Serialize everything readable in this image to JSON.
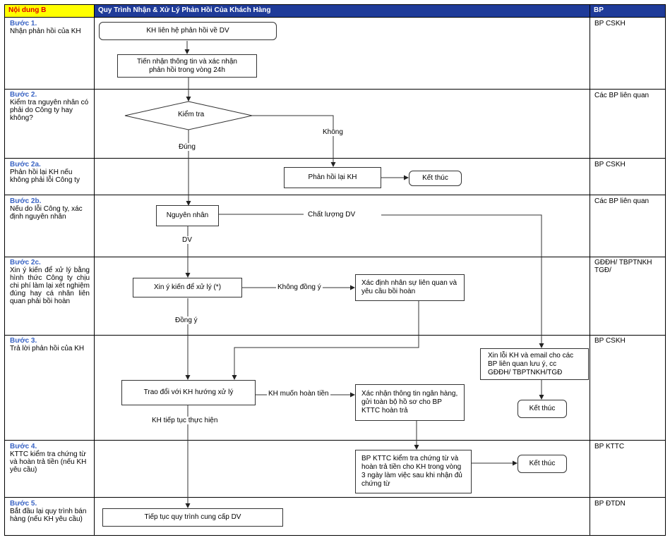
{
  "header": {
    "col_a": "Nội dung B",
    "col_b": "Quy Trình Nhận & Xử Lý Phản Hồi Của Khách Hàng",
    "col_c": "BP"
  },
  "steps": [
    {
      "title": "Bước 1.",
      "desc": "Nhận phản hồi của KH",
      "bp": "BP CSKH"
    },
    {
      "title": "Bước 2.",
      "desc": "Kiểm tra nguyên nhân có phải do Công ty hay không?",
      "bp": "Các BP liên quan"
    },
    {
      "title": "Bước 2a.",
      "desc": "Phản hồi lại KH nếu không phải lỗi Công ty",
      "bp": "BP CSKH"
    },
    {
      "title": "Bước 2b.",
      "desc": "Nếu do lỗi Công ty, xác định nguyên nhân",
      "bp": "Các BP liên quan"
    },
    {
      "title": "Bước 2c.",
      "desc": "Xin ý kiến để xử lý bằng hình thức Công ty chịu chi phí làm lại xét nghiệm đúng hay cá nhân liên quan phải bồi hoàn",
      "bp": "GĐĐH/ TBPTNKH TGĐ/"
    },
    {
      "title": "Bước 3.",
      "desc": "Trả lời phản hồi của KH",
      "bp": "BP CSKH"
    },
    {
      "title": "Bước 4.",
      "desc": "KTTC kiểm tra chứng từ và hoàn trả tiền (nếu KH yêu cầu)",
      "bp": "BP KTTC"
    },
    {
      "title": "Bước 5.",
      "desc": "Bắt đầu lại quy trình bán hàng (nếu KH yêu cầu)",
      "bp": "BP ĐTDN"
    }
  ],
  "flow": {
    "kh_contact": "KH liên hệ phản hồi về DV",
    "tien_receive": "Tiến nhận thông tin và xác nhận phản hồi trong vòng 24h",
    "check": "Kiểm tra",
    "khong": "Không",
    "dung": "Đúng",
    "reply_kh": "Phản hồi lại KH",
    "end1": "Kết thúc",
    "cause": "Nguyên nhân",
    "service_quality": "Chất lượng DV",
    "dv": "DV",
    "ask_opinion": "Xin ý kiến để xử lý (*)",
    "disagree": "Không đồng ý",
    "identify_staff": "Xác định nhân sự liên quan và yêu cầu bồi hoàn",
    "agree": "Đồng ý",
    "apologize": "Xin lỗi KH và email cho các BP liên quan lưu ý, cc GĐĐH/ TBPTNKH/TGĐ",
    "end2": "Kết thúc",
    "discuss": "Trao đổi với KH hướng xử lý",
    "want_refund": "KH muốn hoàn tiền",
    "confirm_bank": "Xác nhận thông tin ngân hàng, gửi toàn bộ hồ sơ cho BP KTTC hoàn trả",
    "continue_use": "KH tiếp tục thực hiện",
    "kttc_check": "BP KTTC kiểm tra chứng từ và hoàn trả tiền cho KH trong vòng 3 ngày làm việc sau khi nhận đủ chứng từ",
    "end3": "Kết thúc",
    "continue_supply": "Tiếp tục quy trình cung cấp DV"
  }
}
